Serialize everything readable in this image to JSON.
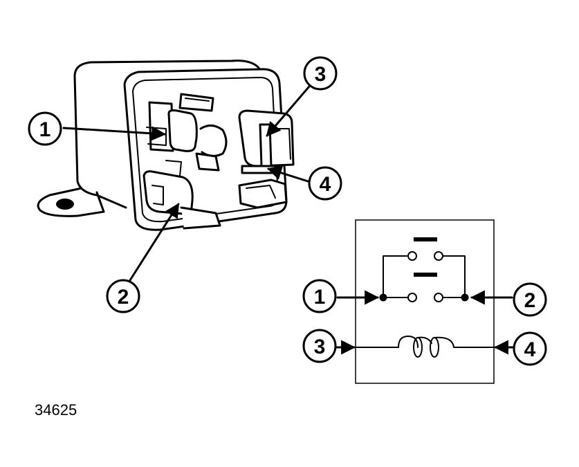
{
  "figure_id": "34625",
  "relay_callouts": [
    {
      "label": "1"
    },
    {
      "label": "2"
    },
    {
      "label": "3"
    },
    {
      "label": "4"
    }
  ],
  "schematic_callouts": [
    {
      "label": "1"
    },
    {
      "label": "2"
    },
    {
      "label": "3"
    },
    {
      "label": "4"
    }
  ],
  "colors": {
    "ink": "#000000",
    "paper": "#ffffff"
  },
  "icons": [
    "relay-body-illustration",
    "contact-switch-symbol",
    "coil-symbol",
    "arrow-icon"
  ]
}
